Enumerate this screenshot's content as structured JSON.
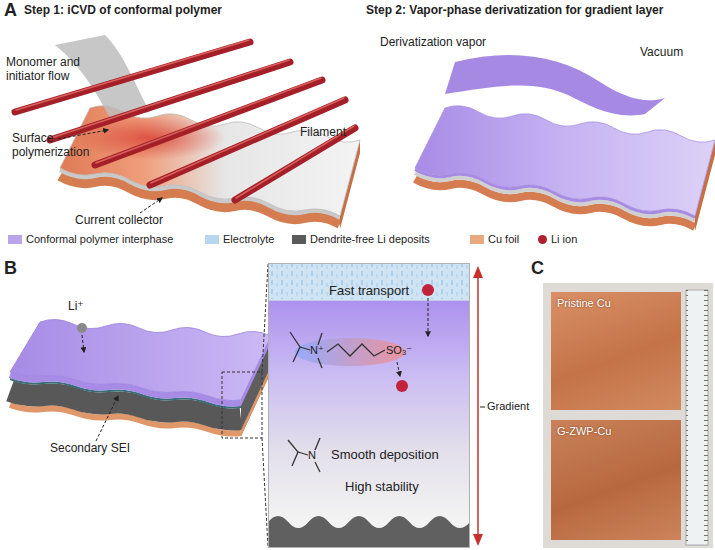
{
  "diagram": {
    "nodes": [
      {
        "text": [
          "Fast transport",
          "Smooth deposition",
          "High stability"
        ]
      },
      {
        "text": [
          "Pristine Cu"
        ]
      },
      {
        "text": [
          "G-ZWP-Cu"
        ]
      }
    ],
    "labels": [
      "A",
      "Step 1: iCVD of conformal polymer",
      "Monomer and initiator flow",
      "Filament",
      "Surface polymerization",
      "Current collector",
      "Step 2: Vapor-phase derivatization for gradient layer",
      "Derivatization vapor",
      "Vacuum",
      "B",
      "Li⁺",
      "Secondary SEI",
      "N⁺",
      "SO₃⁻",
      "N",
      "Gradient",
      "C"
    ],
    "legend": [
      {
        "text": "Conformal polymer interphase",
        "color": "#b9a6ea"
      },
      {
        "text": "Electrolyte",
        "color": "#b7d7ef"
      },
      {
        "text": "Dendrite-free Li deposits",
        "color": "#5a5a5a"
      },
      {
        "text": "Cu foil",
        "color": "#e8a97f"
      },
      {
        "text": "Li ion",
        "color": "#b0202e"
      }
    ]
  }
}
